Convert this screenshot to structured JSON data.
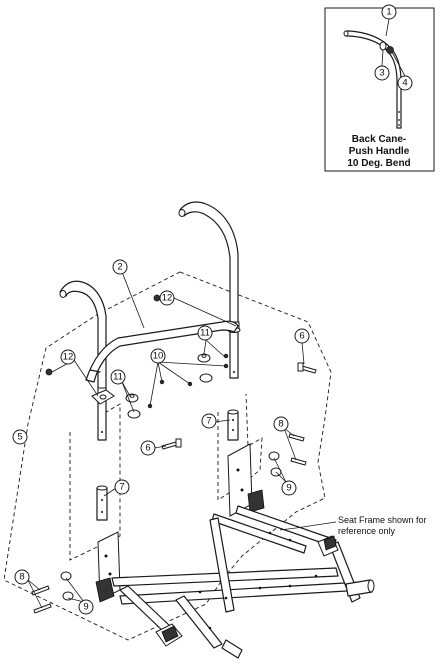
{
  "inset": {
    "caption_lines": [
      "Back Cane-",
      "Push Handle",
      "10 Deg. Bend"
    ],
    "callouts": [
      "1",
      "3",
      "4"
    ]
  },
  "main": {
    "callouts": [
      "2",
      "12",
      "12",
      "11",
      "11",
      "10",
      "6",
      "6",
      "5",
      "7",
      "7",
      "8",
      "8",
      "9",
      "9"
    ],
    "note_lines": [
      "Seat Frame shown for",
      "reference only"
    ]
  }
}
